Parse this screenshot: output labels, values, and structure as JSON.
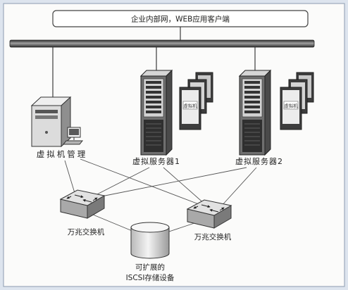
{
  "diagram": {
    "network_box": {
      "label": "企业内部网，WEB应用客户端"
    },
    "manager": {
      "label": "虚拟机管理"
    },
    "server1": {
      "label": "虚拟服务器1",
      "vm_label": "虚拟机"
    },
    "server2": {
      "label": "虚拟服务器2",
      "vm_label": "虚拟机"
    },
    "switch_left": {
      "label": "万兆交换机"
    },
    "switch_right": {
      "label": "万兆交换机"
    },
    "storage": {
      "label_line1": "可扩展的",
      "label_line2": "ISCSI存储设备"
    }
  }
}
